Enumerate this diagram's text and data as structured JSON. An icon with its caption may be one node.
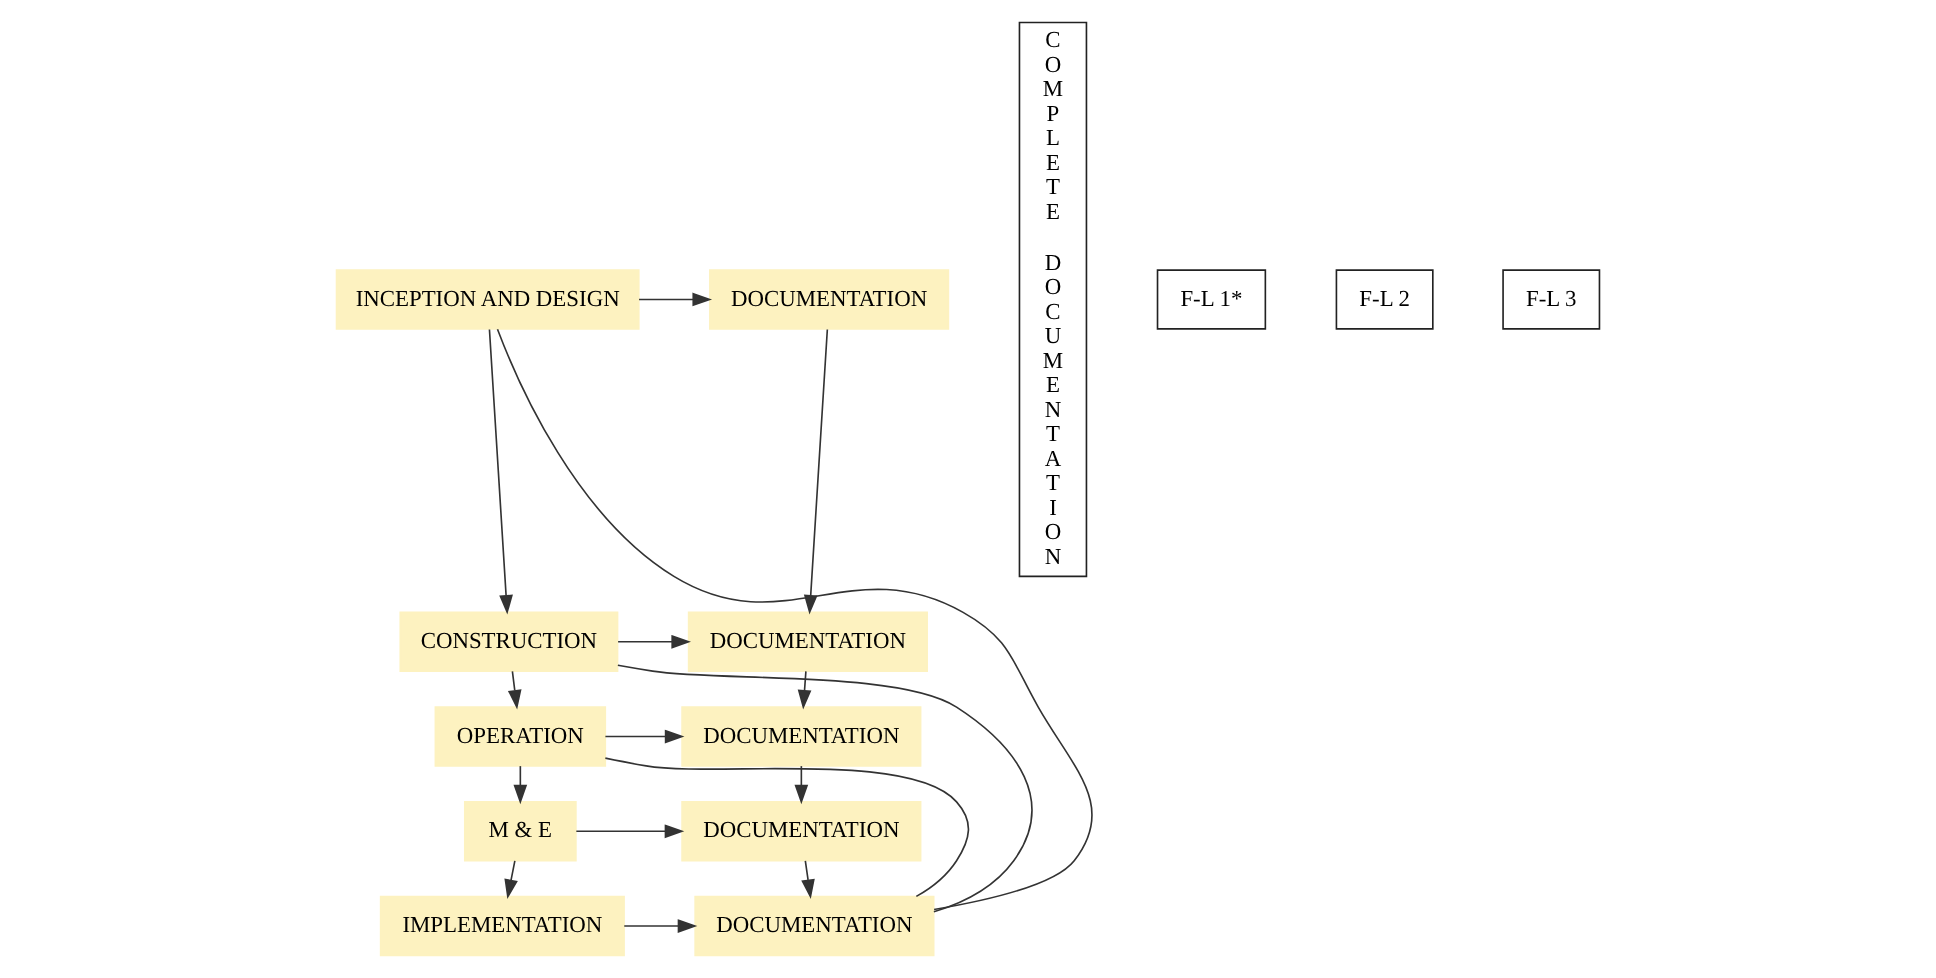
{
  "diagram": {
    "nodes": [
      {
        "text": [
          "INCEPTION AND DESIGN"
        ]
      },
      {
        "text": [
          "DOCUMENTATION"
        ]
      },
      {
        "text": [
          "COMPLETE DOCUMENTATION"
        ]
      },
      {
        "text": [
          "F-L 1*"
        ]
      },
      {
        "text": [
          "CONSTRUCTION"
        ]
      },
      {
        "text": [
          "DOCUMENTATION"
        ]
      },
      {
        "text": [
          "F-L 2"
        ]
      },
      {
        "text": [
          "OPERATION"
        ]
      },
      {
        "text": [
          "DOCUMENTATION"
        ]
      },
      {
        "text": [
          "F-L 3"
        ]
      },
      {
        "text": [
          "M & E"
        ]
      },
      {
        "text": [
          "DOCUMENTATION"
        ]
      },
      {
        "text": [
          "IMPLEMENTATION"
        ]
      },
      {
        "text": [
          "DOCUMENTATION"
        ]
      }
    ],
    "edges": [
      {
        "from": 0,
        "to": 1,
        "arrow": "to"
      },
      {
        "from": 0,
        "to": 4,
        "arrow": "to"
      },
      {
        "from": 1,
        "to": 5,
        "arrow": "to"
      },
      {
        "from": 4,
        "to": 5,
        "arrow": "to"
      },
      {
        "from": 4,
        "to": 7,
        "arrow": "to"
      },
      {
        "from": 5,
        "to": 8,
        "arrow": "to"
      },
      {
        "from": 7,
        "to": 8,
        "arrow": "to"
      },
      {
        "from": 7,
        "to": 10,
        "arrow": "to"
      },
      {
        "from": 8,
        "to": 11,
        "arrow": "to"
      },
      {
        "from": 10,
        "to": 11,
        "arrow": "to"
      },
      {
        "from": 10,
        "to": 12,
        "arrow": "to"
      },
      {
        "from": 11,
        "to": 13,
        "arrow": "to"
      },
      {
        "from": 12,
        "to": 13,
        "arrow": "to"
      },
      {
        "from": 0,
        "to": 13,
        "arrow": "none"
      },
      {
        "from": 4,
        "to": 13,
        "arrow": "none"
      },
      {
        "from": 7,
        "to": 13,
        "arrow": "none"
      }
    ]
  }
}
